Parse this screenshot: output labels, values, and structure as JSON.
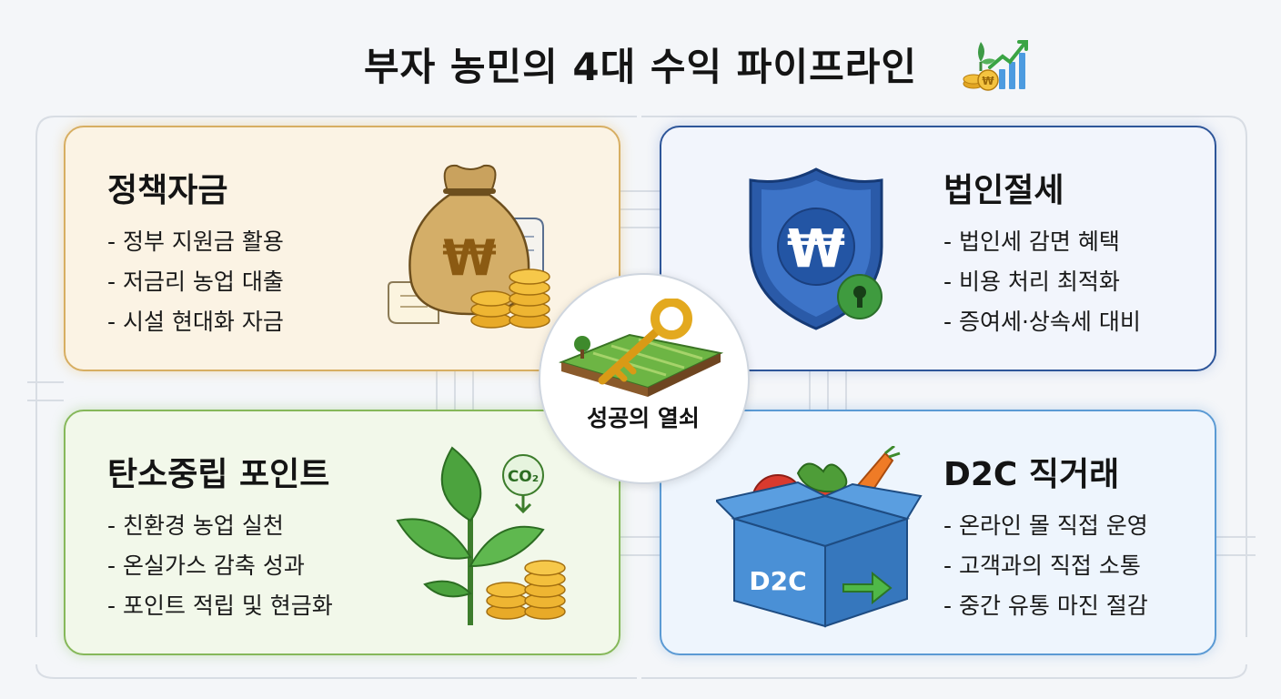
{
  "title": "부자 농민의 4대 수익 파이프라인",
  "center": {
    "label": "성공의 열쇠"
  },
  "cards": {
    "policy": {
      "title": "정책자금",
      "items": [
        "정부 지원금 활용",
        "저금리 농업 대출",
        "시설 현대화 자금"
      ]
    },
    "tax": {
      "title": "법인절세",
      "items": [
        "법인세 감면 혜택",
        "비용 처리 최적화",
        "증여세·상속세 대비"
      ]
    },
    "carbon": {
      "title": "탄소중립 포인트",
      "items": [
        "친환경 농업 실천",
        "온실가스 감축 성과",
        "포인트 적립 및 현금화"
      ]
    },
    "d2c": {
      "title": "D2C 직거래",
      "items": [
        "온라인 몰 직접 운영",
        "고객과의 직접 소통",
        "중간 유통 마진 절감"
      ],
      "box_label": "D2C"
    }
  },
  "co2_label": "CO₂",
  "colors": {
    "policy": "#d7ae62",
    "tax": "#2d5599",
    "carbon": "#86b85a",
    "d2c": "#5b9ad4"
  }
}
